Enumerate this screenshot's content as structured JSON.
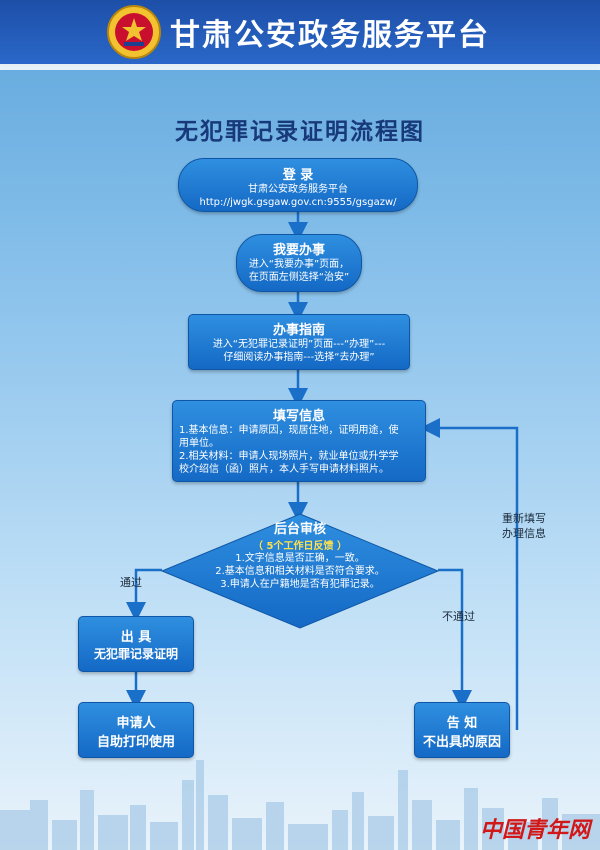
{
  "header": {
    "title": "甘肃公安政务服务平台",
    "emblem_icon": "police-emblem-icon"
  },
  "title": "无犯罪记录证明流程图",
  "steps": {
    "login": {
      "title": "登 录",
      "line1": "甘肃公安政务服务平台",
      "line2": "http://jwgk.gsgaw.gov.cn:9555/gsgazw/"
    },
    "wantdo": {
      "title": "我要办事",
      "line1": "进入“我要办事”页面，",
      "line2": "在页面左侧选择“治安”"
    },
    "guide": {
      "title": "办事指南",
      "line1": "进入“无犯罪记录证明”页面---“办理”---",
      "line2": "仔细阅读办事指南---选择“去办理”"
    },
    "fill": {
      "title": "填写信息",
      "line1": "1.基本信息：申请原因，现居住地，证明用途，使",
      "line2": "用单位。",
      "line3": "2.相关材料：申请人现场照片，就业单位或升学学",
      "line4": "校介绍信（函）照片，本人手写申请材料照片。"
    },
    "review": {
      "title": "后台审核",
      "note": "（ 5个工作日反馈 ）",
      "line1": "1.文字信息是否正确，一致。",
      "line2": "2.基本信息和相关材料是否符合要求。",
      "line3": "3.申请人在户籍地是否有犯罪记录。"
    },
    "issue": {
      "line1": "出 具",
      "line2": "无犯罪记录证明"
    },
    "print": {
      "line1": "申请人",
      "line2": "自助打印使用"
    },
    "notify": {
      "line1": "告 知",
      "line2": "不出具的原因"
    }
  },
  "labels": {
    "pass": "通过",
    "fail": "不通过",
    "refill1": "重新填写",
    "refill2": "办理信息"
  },
  "watermark": "中国青年网",
  "colors": {
    "header": "#1d4fa8",
    "box": "#1f7ad2",
    "title": "#17397a",
    "arrow": "#1a6fc8"
  }
}
